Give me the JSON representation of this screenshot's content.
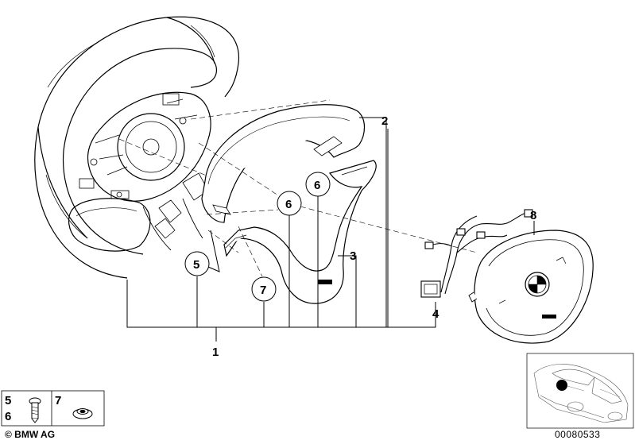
{
  "callouts": {
    "c1": "1",
    "c2": "2",
    "c3": "3",
    "c4": "4",
    "c5": "5",
    "c6a": "6",
    "c6b": "6",
    "c7": "7",
    "c8": "8"
  },
  "legend": {
    "left_top": "5",
    "left_bottom": "6",
    "right": "7"
  },
  "copyright": "© BMW AG",
  "doc_id": "00080533"
}
